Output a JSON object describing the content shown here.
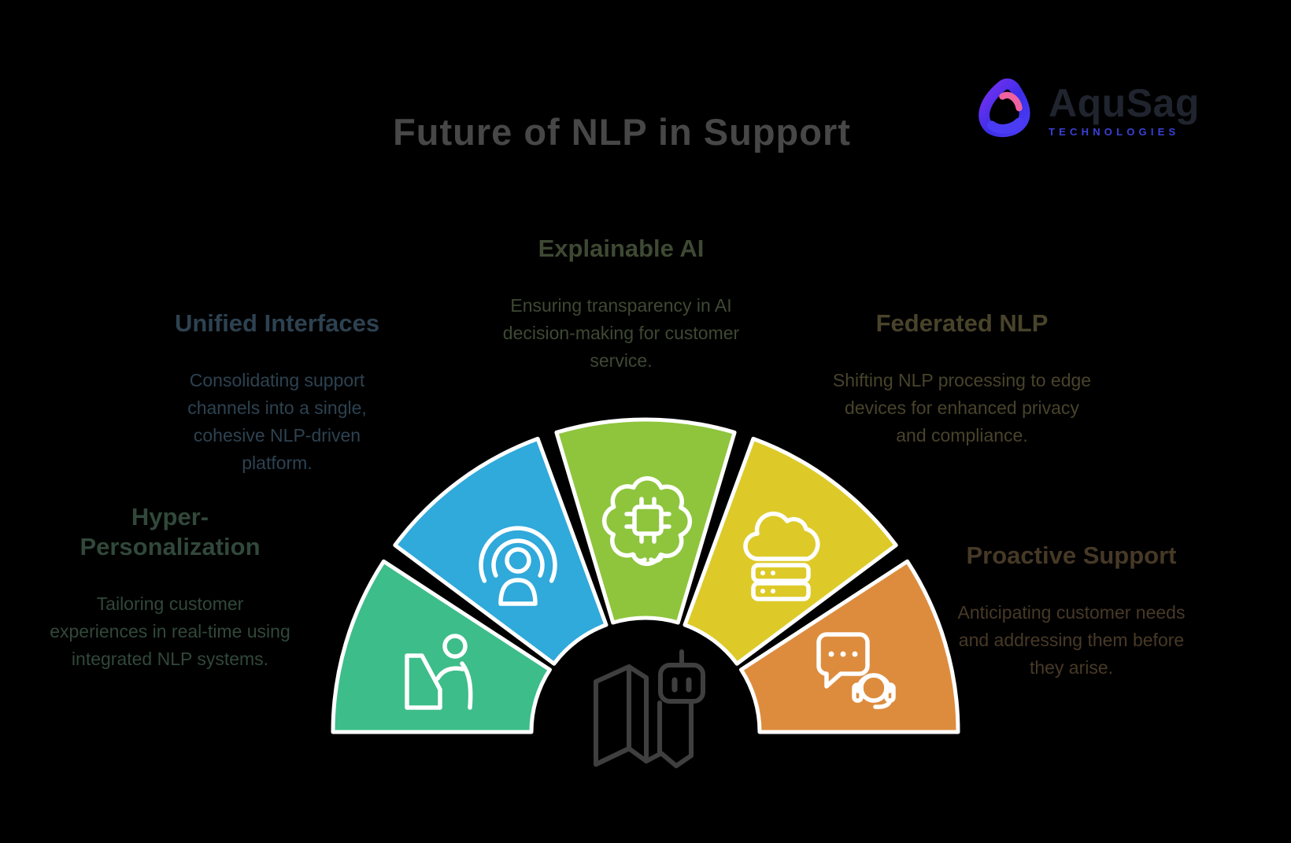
{
  "title": "Future of NLP in Support",
  "logo": {
    "name": "AquSag",
    "sub": "TECHNOLOGIES",
    "name_color": "#20242e",
    "sub_color": "#3a41d6",
    "mark": "loop-ribbon-icon"
  },
  "colors": {
    "background": "#000000",
    "title": "#474747",
    "segment_border": "#ffffff",
    "center_icon": "#3f3f3f"
  },
  "center_icon": "map-robot-icon",
  "sections": [
    {
      "id": "hyper-personalization",
      "title": "Hyper-Personalization",
      "desc": "Tailoring customer experiences in real-time using integrated NLP systems.",
      "segment_color": "#3dbd89",
      "text_color": "#31483a",
      "icon": "kiosk-person-icon"
    },
    {
      "id": "unified-interfaces",
      "title": "Unified Interfaces",
      "desc": "Consolidating support channels into a single, cohesive NLP-driven platform.",
      "segment_color": "#30a9db",
      "text_color": "#2d4251",
      "icon": "broadcast-person-icon"
    },
    {
      "id": "explainable-ai",
      "title": "Explainable AI",
      "desc": "Ensuring transparency in AI decision-making for customer service.",
      "segment_color": "#8ec53d",
      "text_color": "#3e4933",
      "icon": "ai-brain-chip-icon"
    },
    {
      "id": "federated-nlp",
      "title": "Federated NLP",
      "desc": "Shifting NLP processing to edge devices for enhanced privacy and compliance.",
      "segment_color": "#ddca28",
      "text_color": "#48432a",
      "icon": "cloud-server-icon"
    },
    {
      "id": "proactive-support",
      "title": "Proactive Support",
      "desc": "Anticipating customer needs and addressing them before they arise.",
      "segment_color": "#dd8c3e",
      "text_color": "#473927",
      "icon": "chat-headset-icon"
    }
  ]
}
